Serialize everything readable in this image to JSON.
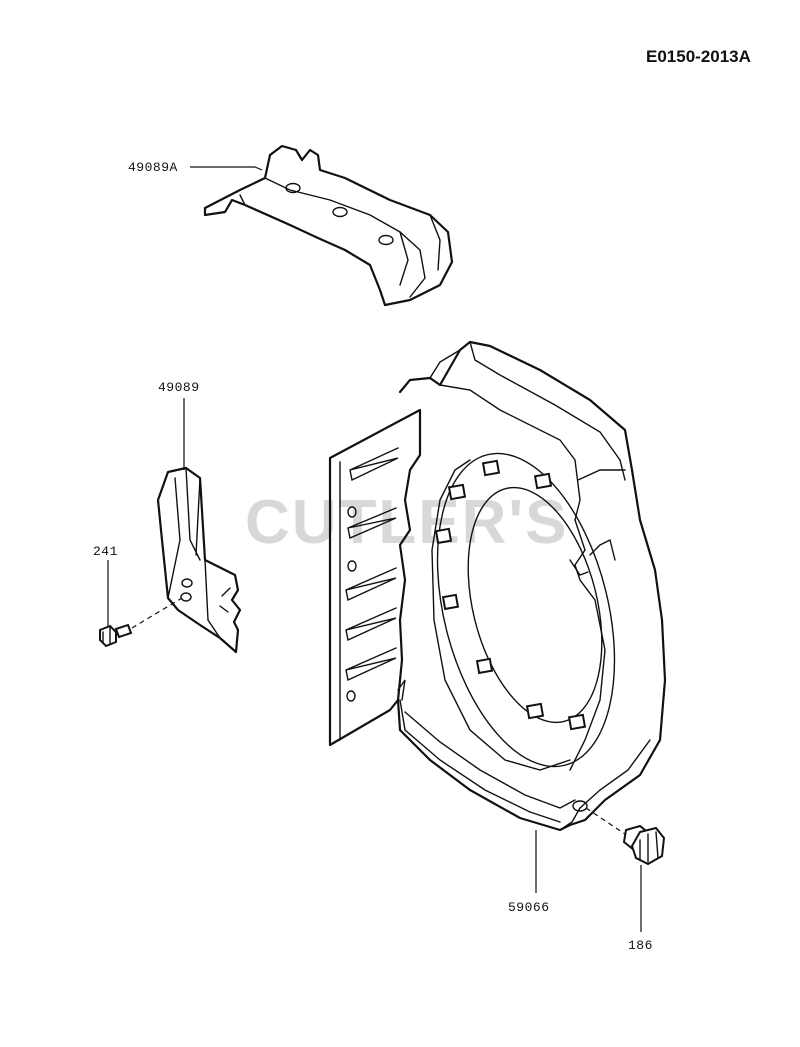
{
  "diagram_code": "E0150-2013A",
  "watermark": "CUTLER'S",
  "parts": [
    {
      "number": "49089A",
      "name": "bracket-top"
    },
    {
      "number": "49089",
      "name": "side-plate"
    },
    {
      "number": "241",
      "name": "bolt-small"
    },
    {
      "number": "59066",
      "name": "fan-housing"
    },
    {
      "number": "186",
      "name": "bolt-large"
    }
  ]
}
